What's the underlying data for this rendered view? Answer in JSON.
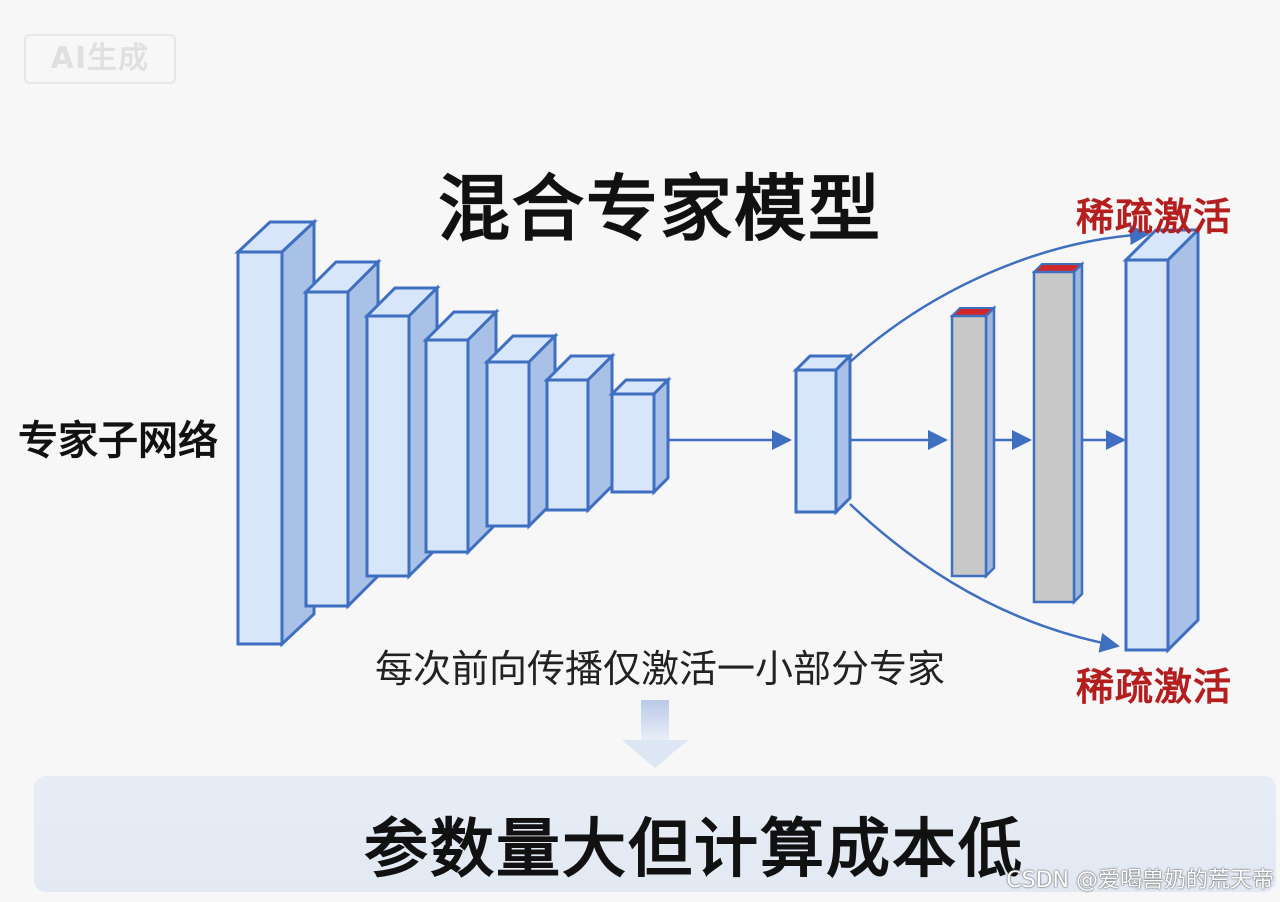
{
  "watermark": {
    "logo_text": "AI生成"
  },
  "diagram": {
    "title": "混合专家模型",
    "left_label": "专家子网络",
    "sparse_top": "稀疏激活",
    "sparse_bottom": "稀疏激活",
    "caption": "每次前向传播仅激活一小部分专家",
    "result": "参数量大但计算成本低"
  },
  "credit": "CSDN @爱喝兽奶的荒天帝",
  "colors": {
    "block_fill": "#d7e6fb",
    "block_side": "#a9c1e6",
    "block_stroke": "#3f6fc0",
    "gray_fill": "#c8c8c8",
    "gray_side": "#9fb6dc",
    "red_top": "#d0282a",
    "arrow": "#3f6fc0",
    "banner": "#e4ebf5",
    "accent_text": "#b41e1e"
  }
}
